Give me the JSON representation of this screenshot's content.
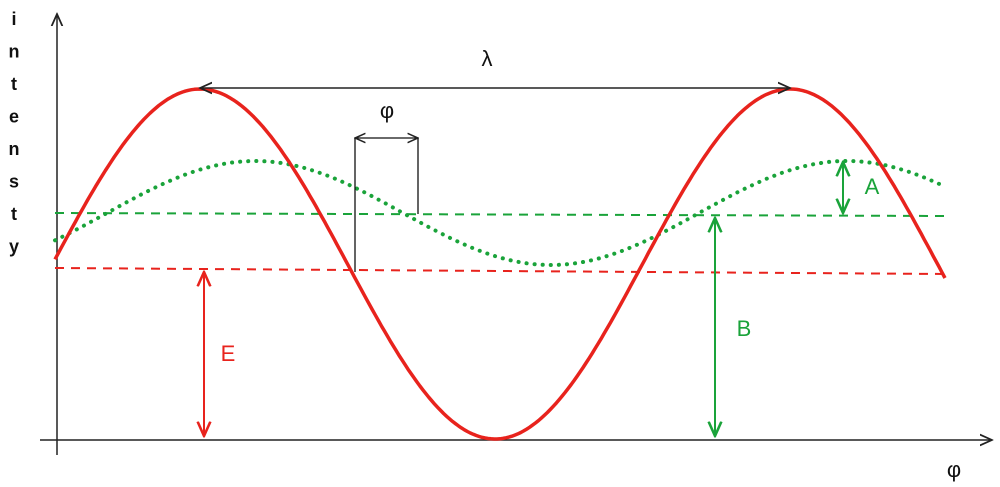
{
  "y_axis_label_letters": [
    "i",
    "n",
    "t",
    "e",
    "n",
    "s",
    "t",
    "y"
  ],
  "x_axis_label": "φ",
  "labels": {
    "wavelength": "λ",
    "phase": "φ",
    "amplitude": "A",
    "offset_b": "B",
    "offset_e": "E"
  },
  "colors": {
    "red": "#e8231d",
    "green": "#1aa33a",
    "axis": "#222222",
    "bracket": "#111111"
  },
  "icons": {
    "wavelength_arrow": "double-headed-arrow",
    "phase_arrow": "double-headed-arrow",
    "e_arrow": "double-headed-arrow",
    "b_arrow": "double-headed-arrow",
    "a_arrow": "double-headed-arrow"
  }
}
